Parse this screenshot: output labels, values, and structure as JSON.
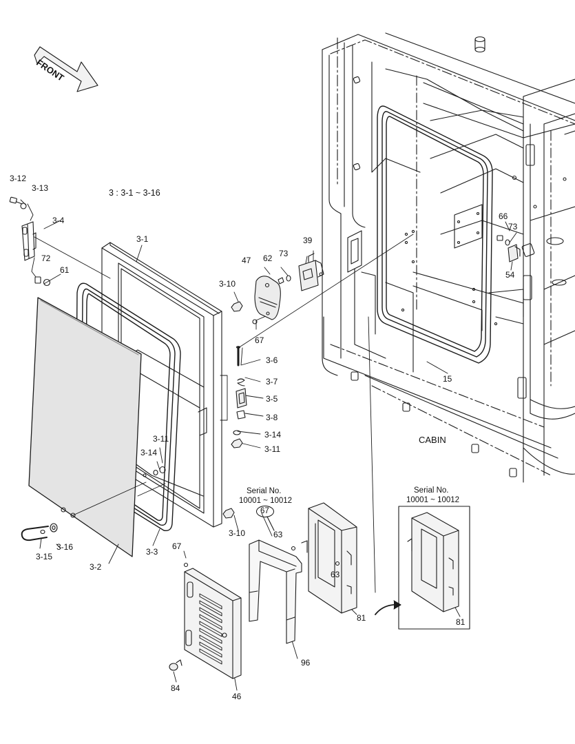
{
  "front_label": "FRONT",
  "group_note": "3 : 3-1 ~ 3-16",
  "cabin_label": "CABIN",
  "serial": {
    "left": {
      "title": "Serial No.",
      "range": "10001 ~ 10012",
      "circled_part": "67"
    },
    "right": {
      "title": "Serial No.",
      "range": "10001 ~ 10012"
    }
  },
  "callouts": {
    "p3_12": "3-12",
    "p3_13": "3-13",
    "p3_4": "3-4",
    "p72": "72",
    "p61": "61",
    "p3_1": "3-1",
    "p3_10a": "3-10",
    "p3_10b": "3-10",
    "p3_6": "3-6",
    "p3_7": "3-7",
    "p3_5": "3-5",
    "p3_8": "3-8",
    "p3_14a": "3-14",
    "p3_11a": "3-11",
    "p3_11b": "3-11",
    "p3_14b": "3-14",
    "p3_15": "3-15",
    "p3_16": "3-16",
    "p3_2": "3-2",
    "p3_3": "3-3",
    "p47": "47",
    "p62": "62",
    "p73a": "73",
    "p39": "39",
    "p67a": "67",
    "p67b": "67",
    "p66": "66",
    "p73b": "73",
    "p54": "54",
    "p15": "15",
    "p63a": "63",
    "p63b": "63",
    "p81a": "81",
    "p81b": "81",
    "p96": "96",
    "p84": "84",
    "p46": "46"
  }
}
